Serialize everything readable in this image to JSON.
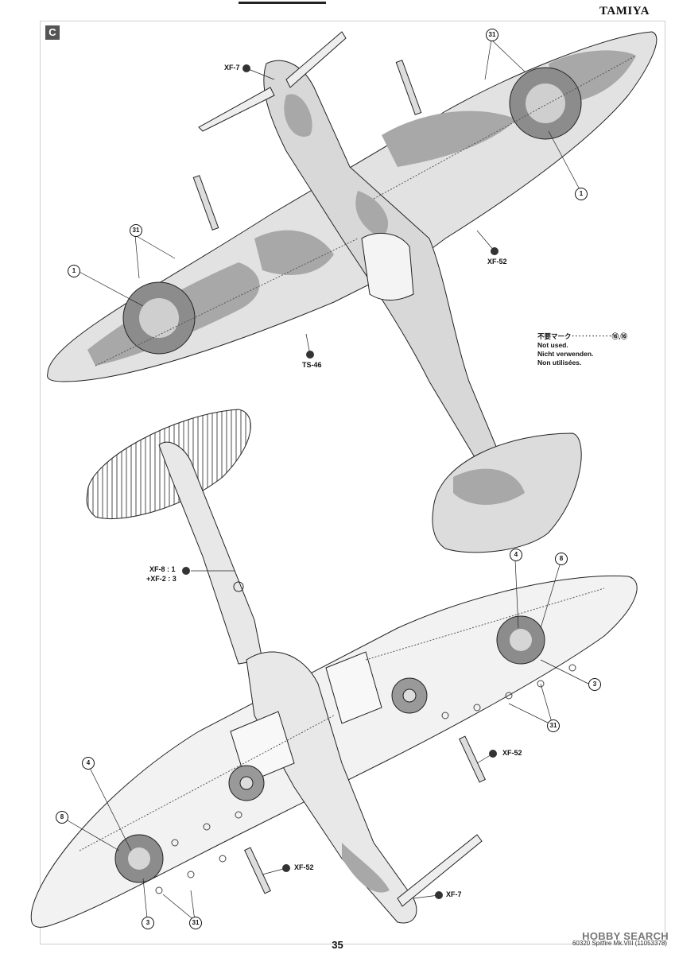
{
  "header": {
    "brand": "TAMIYA",
    "step": "C"
  },
  "legend": {
    "line1": "不要マーク‥‥‥‥‥‥⑯,⑯",
    "line2": "Not used.",
    "line3": "Nicht verwenden.",
    "line4": "Non utilisées."
  },
  "paints": {
    "xf7_top": "XF-7",
    "xf52_top": "XF-52",
    "ts46": "TS-46",
    "xf8": "XF-8 : 1",
    "xf2": "+XF-2 : 3",
    "xf52_b1": "XF-52",
    "xf52_b2": "XF-52",
    "xf7_bottom": "XF-7"
  },
  "decals": {
    "top_31a": "31",
    "top_31b": "31",
    "top_1a": "1",
    "top_1b": "1",
    "b_4a": "4",
    "b_8a": "8",
    "b_3a": "3",
    "b_31a": "31",
    "b_4b": "4",
    "b_8b": "8",
    "b_3b": "3",
    "b_31b": "31"
  },
  "footer": {
    "page": "35",
    "product": "60320 Spitfire Mk.VIII (11053378)",
    "watermark": "HOBBY SEARCH"
  },
  "colors": {
    "camo_light": "#dcdcdc",
    "camo_dark": "#9a9a9a",
    "roundel": "#8c8c8c",
    "line": "#222222"
  }
}
